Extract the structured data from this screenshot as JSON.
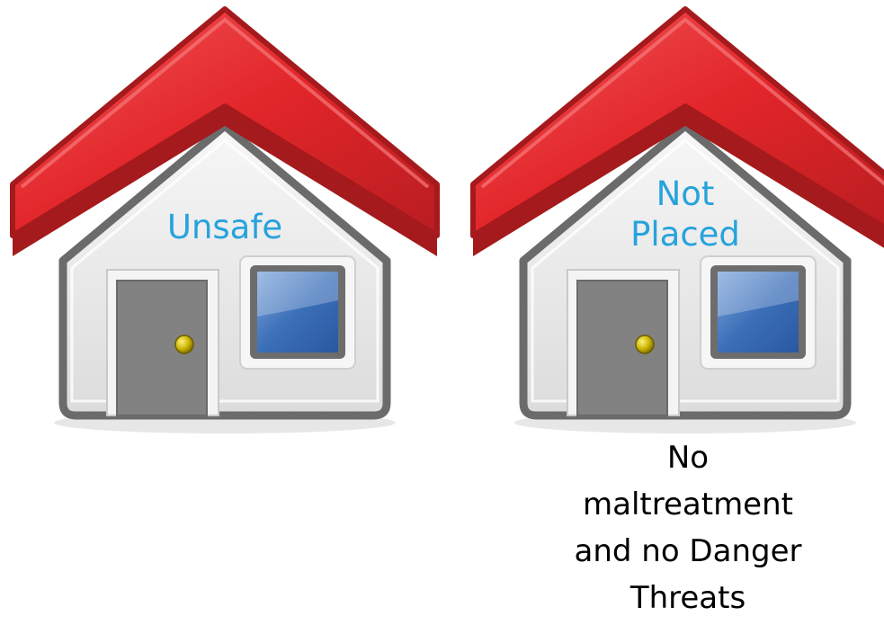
{
  "colors": {
    "roof": "#e2262a",
    "roof_dark": "#a51a1c",
    "wall": "#e9e9e9",
    "wall_outline": "#6b6b6b",
    "door": "#828282",
    "knob": "#c9b100",
    "window_glass": "#3b6fb8",
    "label_text": "#27a3dc"
  },
  "icons": [
    "house-icon",
    "house-icon"
  ],
  "houses": [
    {
      "label_lines": [
        "Unsafe"
      ]
    },
    {
      "label_lines": [
        "Not",
        "Placed"
      ]
    }
  ],
  "caption": {
    "lines": [
      "No",
      "maltreatment",
      "and no Danger",
      "Threats"
    ]
  }
}
